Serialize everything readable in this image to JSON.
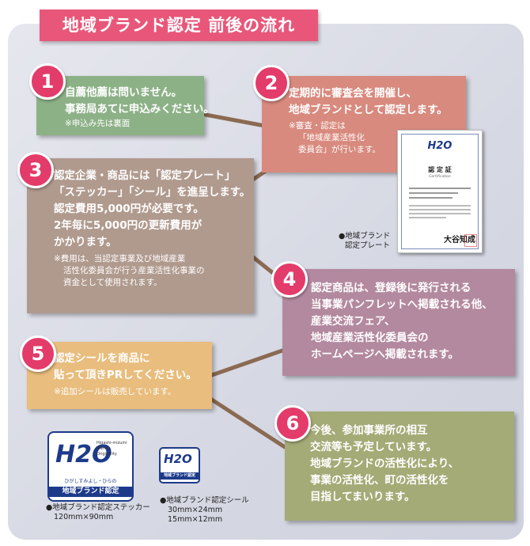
{
  "title": "地域ブランド認定 前後の流れ",
  "steps": [
    {
      "num": "1",
      "lines": [
        "自薦他薦は問いません。",
        "事務局あてに申込みください。"
      ],
      "notes": [
        "※申込み先は裏面"
      ]
    },
    {
      "num": "2",
      "lines": [
        "定期的に審査会を開催し、",
        "地域ブランドとして認定します。"
      ],
      "notes": [
        "※審査・認定は",
        "「地域産業活性化",
        "委員会」が行います。"
      ]
    },
    {
      "num": "3",
      "lines": [
        "認定企業・商品には「認定プレート」",
        "「ステッカー」「シール」を進呈します。",
        "認定費用5,000円が必要です。",
        "2年毎に5,000円の更新費用が",
        "かかります。"
      ],
      "notes": [
        "※費用は、当認定事業及び地域産業",
        "活性化委員会が行う産業活性化事業の",
        "資金として使用されます。"
      ]
    },
    {
      "num": "4",
      "lines": [
        "認定商品は、登録後に発行される",
        "当事業パンフレットへ掲載される他、",
        "産業交流フェア、",
        "地域産業活性化委員会の",
        "ホームページへ掲載されます。"
      ],
      "notes": []
    },
    {
      "num": "5",
      "lines": [
        "認定シールを商品に",
        "貼って頂きPRしてください。"
      ],
      "notes": [
        "※追加シールは販売しています。"
      ]
    },
    {
      "num": "6",
      "lines": [
        "今後、参加事業所の相互",
        "交流等も予定しています。",
        "地域ブランドの活性化により、",
        "事業の活性化、町の活性化を",
        "目指してまいります。"
      ],
      "notes": []
    }
  ],
  "captions": {
    "plate": [
      "●地域ブランド",
      "認定プレート"
    ],
    "sticker": [
      "●地域ブランド認定ステッカー",
      "120mm×90mm"
    ],
    "seal": [
      "●地域ブランド認定シール",
      "30mm×24mm",
      "15mm×12mm"
    ]
  },
  "certificate": {
    "logo": "H2O",
    "heading": "認 定 証",
    "subheading": "Certification",
    "signature": "大谷知成"
  },
  "sticker": {
    "logo": "H2O",
    "tagline": [
      "Higashi-mizumi",
      "Wanna",
      "Originality"
    ],
    "bottom_small": "ひがしすみよし・ひらの",
    "bottom_main": "地域ブランド認定"
  },
  "colors": {
    "box1": "#8db187",
    "box2": "#d88a7e",
    "box3": "#b09a8e",
    "box4": "#b3899f",
    "box5": "#e8bd7d",
    "box6": "#a4ab76",
    "number": "#e33b6a",
    "title": "#e8577a",
    "connector": "#8a6a52"
  }
}
